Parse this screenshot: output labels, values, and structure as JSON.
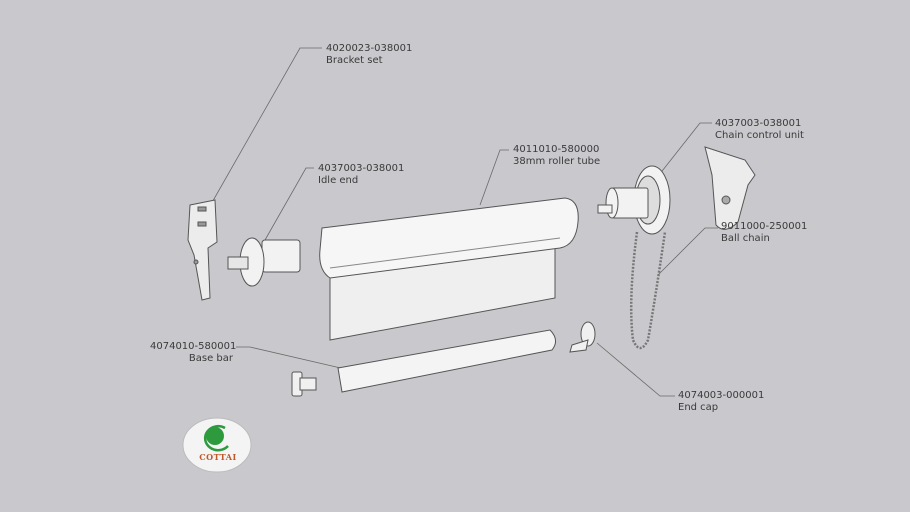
{
  "labels": {
    "bracket_set": {
      "part_no": "4020023-038001",
      "name": "Bracket set"
    },
    "idle_end": {
      "part_no": "4037003-038001",
      "name": "Idle end"
    },
    "roller_tube": {
      "part_no": "4011010-580000",
      "name": "38mm roller tube"
    },
    "chain_control": {
      "part_no": "4037003-038001",
      "name": "Chain control unit"
    },
    "ball_chain": {
      "part_no": "9011000-250001",
      "name": "Ball chain"
    },
    "base_bar": {
      "part_no": "4074010-580001",
      "name": "Base bar"
    },
    "end_cap": {
      "part_no": "4074003-000001",
      "name": "End cap"
    }
  },
  "logo": {
    "text": "COTTAI"
  },
  "colors": {
    "background": "#c9c9cd",
    "part_fill": "#f2f2f2",
    "outline": "#555555",
    "logo_green": "#2e9a3e",
    "logo_orange": "#c0562a"
  }
}
